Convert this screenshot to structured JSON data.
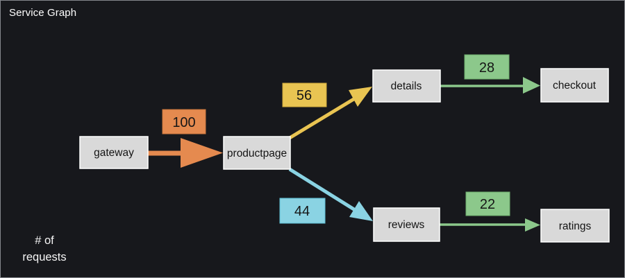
{
  "panel": {
    "title": "Service Graph",
    "footnote_line1": "# of",
    "footnote_line2": "requests"
  },
  "colors": {
    "background": "#17181c",
    "panel_border": "#85878c",
    "node_fill": "#d9d9d9",
    "node_border": "#ffffff",
    "node_text": "#141414",
    "orange": "#e58a4f",
    "yellow": "#e9c452",
    "cyan": "#8ad3e3",
    "green": "#8cc88b",
    "label_text": "#161616"
  },
  "nodes": [
    {
      "id": "gateway",
      "label": "gateway"
    },
    {
      "id": "productpage",
      "label": "productpage"
    },
    {
      "id": "details",
      "label": "details"
    },
    {
      "id": "checkout",
      "label": "checkout"
    },
    {
      "id": "reviews",
      "label": "reviews"
    },
    {
      "id": "ratings",
      "label": "ratings"
    }
  ],
  "edges": [
    {
      "from": "gateway",
      "to": "productpage",
      "requests": "100",
      "color": "#e58a4f"
    },
    {
      "from": "productpage",
      "to": "details",
      "requests": "56",
      "color": "#e9c452"
    },
    {
      "from": "productpage",
      "to": "reviews",
      "requests": "44",
      "color": "#8ad3e3"
    },
    {
      "from": "details",
      "to": "checkout",
      "requests": "28",
      "color": "#8cc88b"
    },
    {
      "from": "reviews",
      "to": "ratings",
      "requests": "22",
      "color": "#8cc88b"
    }
  ]
}
